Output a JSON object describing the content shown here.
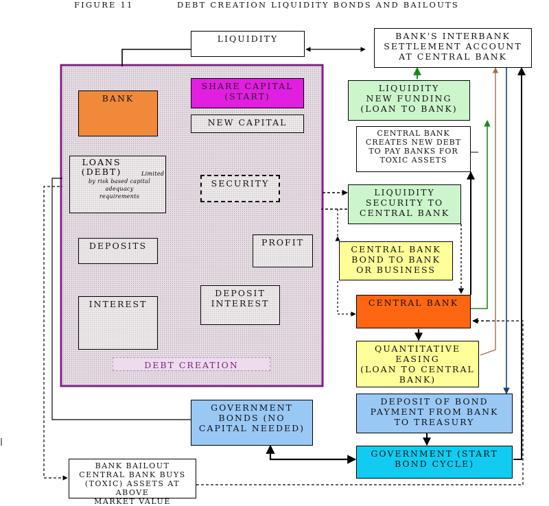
{
  "header": {
    "figure_label": "FIGURE 11",
    "title": "DEBT CREATION LIQUIDITY BONDS AND BAILOUTS"
  },
  "nodes": {
    "liquidity": "LIQUIDITY",
    "interbank_account": "BANK'S INTERBANK\nSETTLEMENT ACCOUNT\nAT CENTRAL BANK",
    "bank": "BANK",
    "share_capital": "SHARE CAPITAL\n(START)",
    "new_capital": "NEW CAPITAL",
    "loans_title": "LOANS\n(DEBT)",
    "loans_note_1": "Limited",
    "loans_note_2": "by risk based capital\nadequacy\nrequirements",
    "security": "SECURITY",
    "deposits": "DEPOSITS",
    "profit": "PROFIT",
    "interest": "INTEREST",
    "deposit_interest": "DEPOSIT\nINTEREST",
    "debt_creation": "DEBT CREATION",
    "liquidity_new_funding": "LIQUIDITY\nNEW FUNDING\n(LOAN TO BANK)",
    "cb_creates_new_debt": "CENTRAL BANK\nCREATES NEW DEBT\nTO PAY BANKS FOR\nTOXIC ASSETS",
    "liquidity_security": "LIQUIDITY\nSECURITY TO\nCENTRAL BANK",
    "cb_bond": "CENTRAL BANK\nBOND TO BANK\nOR BUSINESS",
    "central_bank": "CENTRAL BANK",
    "quantitative_easing": "QUANTITATIVE\nEASING\n(LOAN TO CENTRAL\nBANK)",
    "deposit_bond_payment": "DEPOSIT OF BOND\nPAYMENT FROM BANK\nTO TREASURY",
    "government_bonds": "GOVERNMENT\nBONDS (NO\nCAPITAL NEEDED)",
    "government": "GOVERNMENT (START\nBOND CYCLE)",
    "bank_bailout": "BANK BAILOUT\nCENTRAL BANK BUYS\n(TOXIC) ASSETS AT ABOVE\nMARKET VALUE"
  },
  "colors": {
    "outer_border": "#7b1f7f",
    "bank_fill": "#f08a3a",
    "share_capital_fill": "#e21ee0",
    "green_fill": "#ccf5cc",
    "yellow_fill": "#ffff99",
    "central_bank_fill": "#ff6611",
    "blue_fill": "#99c8f5",
    "government_fill": "#11ccf0",
    "green_arrow": "#138a13",
    "brown_arrow": "#a0704a",
    "navy_arrow": "#1c3f7a"
  }
}
